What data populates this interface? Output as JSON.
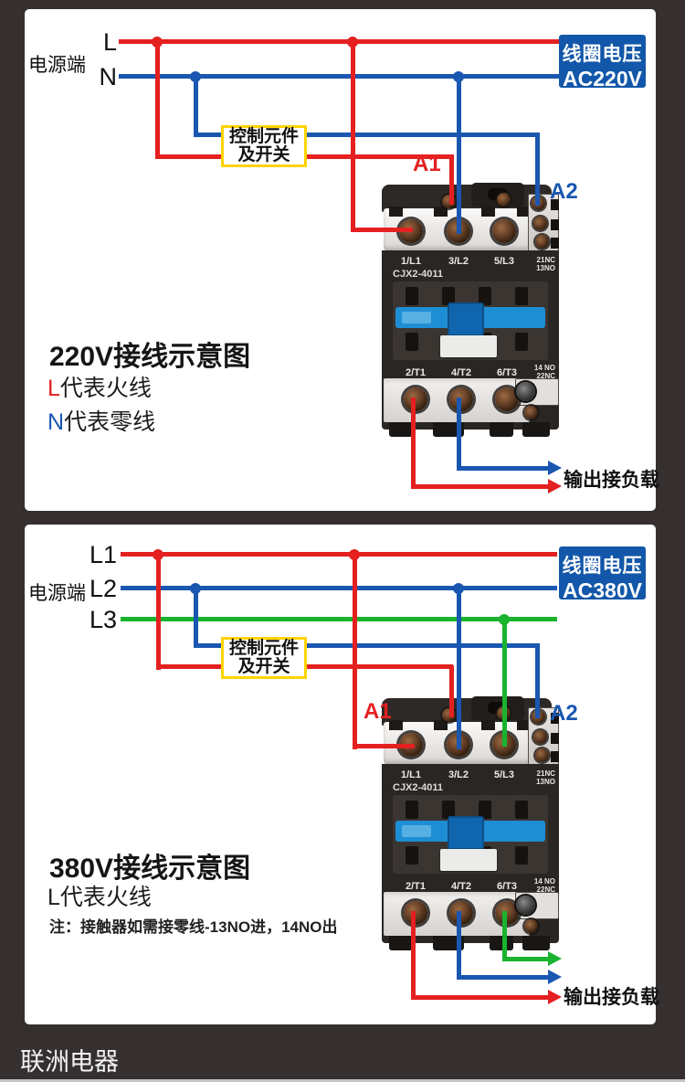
{
  "brand": "联洲电器",
  "colors": {
    "red": "#e42020",
    "blue": "#1a57b0",
    "green": "#1ab32e",
    "yellow": "#ffd400",
    "boxblue": "#1257a9",
    "ctblue": "#1e8ed4",
    "bgdark": "#35302f"
  },
  "contactor": {
    "model": "CJX2-4011",
    "top_terminals": [
      "1/L1",
      "3/L2",
      "5/L3"
    ],
    "top_aux": [
      "21NC",
      "13NO"
    ],
    "bottom_terminals": [
      "2/T1",
      "4/T2",
      "6/T3"
    ],
    "bottom_aux": [
      "14 NO",
      "22NC"
    ]
  },
  "panel1": {
    "title": "220V接线示意图",
    "legend": [
      {
        "key": "L",
        "text": "代表火线",
        "color": "red"
      },
      {
        "key": "N",
        "text": "代表零线",
        "color": "blue"
      }
    ],
    "power_label": "电源端",
    "line_labels": [
      "L",
      "N"
    ],
    "control_box": {
      "line1": "控制元件",
      "line2": "及开关"
    },
    "coil_box": {
      "line1": "线圈电压",
      "line2": "AC220V"
    },
    "a1": "A1",
    "a2": "A2",
    "output_label": "输出接负载"
  },
  "panel2": {
    "title": "380V接线示意图",
    "legend": [
      {
        "key": "L",
        "text": "代表火线",
        "color": "black"
      }
    ],
    "note": "注：接触器如需接零线-13NO进，14NO出",
    "power_label": "电源端",
    "line_labels": [
      "L1",
      "L2",
      "L3"
    ],
    "control_box": {
      "line1": "控制元件",
      "line2": "及开关"
    },
    "coil_box": {
      "line1": "线圈电压",
      "line2": "AC380V"
    },
    "a1": "A1",
    "a2": "A2",
    "output_label": "输出接负载"
  }
}
